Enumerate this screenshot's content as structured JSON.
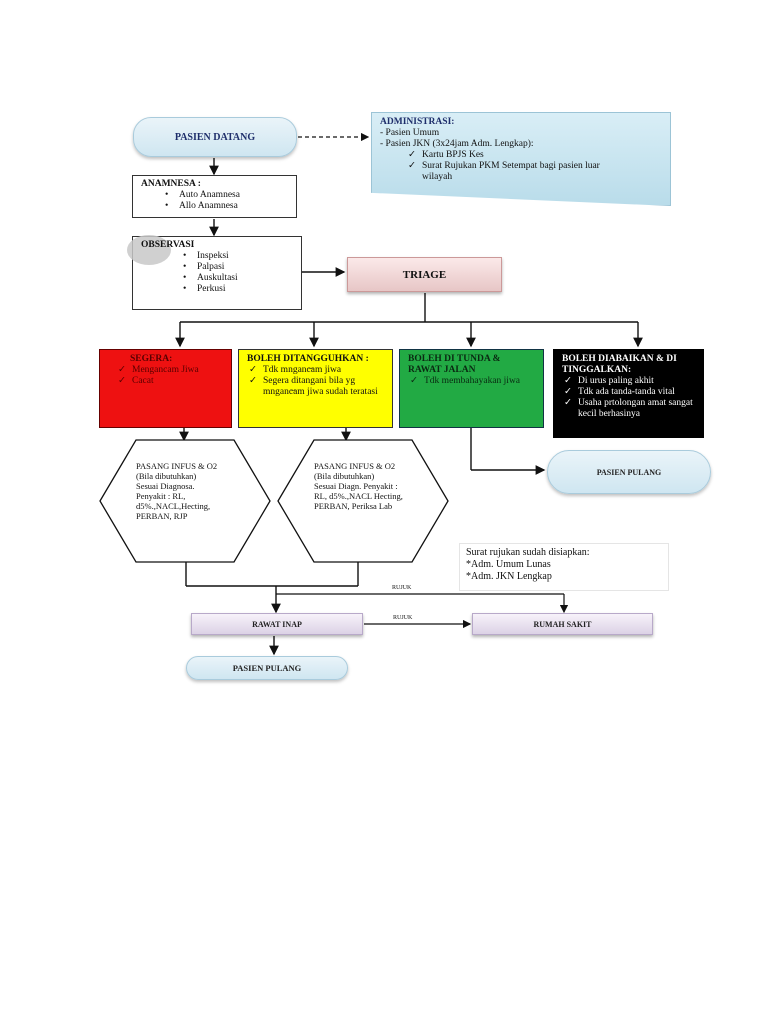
{
  "start": "PASIEN DATANG",
  "administrasi": {
    "title": "ADMINISTRASI:",
    "lines": [
      "- Pasien Umum",
      "- Pasien JKN (3x24jam Adm. Lengkap):"
    ],
    "checks": [
      "Kartu BPJS Kes",
      "Surat Rujukan PKM Setempat bagi pasien luar wilayah"
    ]
  },
  "anamnesa": {
    "title": "ANAMNESA :",
    "items": [
      "Auto Anamnesa",
      "Allo Anamnesa"
    ]
  },
  "observasi": {
    "title": "OBSERVASI",
    "items": [
      "Inspeksi",
      "Palpasi",
      "Auskultasi",
      "Perkusi"
    ]
  },
  "triage": "TRIAGE",
  "categories": {
    "segera": {
      "title": "SEGERA:",
      "items": [
        "Mengancam Jiwa",
        "Cacat"
      ],
      "color": "#ee1111"
    },
    "boleh_ditangguhkan": {
      "title": "BOLEH DITANGGUHKAN :",
      "items": [
        "Tdk mnganc̶am jiwa",
        "Segera ditangani bila yg mnganc̶am jiwa sudah teratasi"
      ],
      "color": "#ffff00"
    },
    "boleh_ditunda": {
      "title": "BOLEH DI TUNDA & RAWAT JALAN",
      "items": [
        "Tdk membahayakan jiwa"
      ],
      "color": "#22aa44"
    },
    "boleh_diabaikan": {
      "title": "BOLEH DIABAIKAN & DI TINGGALKAN:",
      "items": [
        "Di urus paling akhit",
        "Tdk ada tanda-tanda vital",
        "Usaha prtolongan amat sangat kecil berhasinya"
      ],
      "color": "#000000"
    }
  },
  "hex1": {
    "lines": [
      "PASANG INFUS & O2",
      "(Bila dibutuhkan)",
      "Sesuai Diagnosa.",
      "Penyakit : RL,",
      "d5%.,NACL,Hecting,",
      "PERBAN, RJP"
    ]
  },
  "hex2": {
    "lines": [
      "PASANG INFUS & O2",
      "(Bila dibutuhkan)",
      "Sesuai Diagn. Penyakit :",
      "RL, d5%.,NACL Hecting,",
      "PERBAN, Periksa Lab"
    ]
  },
  "pasien_pulang_right": "PASIEN PULANG",
  "rujukan_note": {
    "lines": [
      "Surat rujukan sudah disiapkan:",
      "*Adm. Umum Lunas",
      "*Adm. JKN  Lengkap"
    ]
  },
  "rujuk_label_top": "RUJUK",
  "rujuk_label_mid": "RUJUK",
  "rawat_inap": "RAWAT INAP",
  "rumah_sakit": "RUMAH SAKIT",
  "pasien_pulang_bottom": "PASIEN PULANG"
}
